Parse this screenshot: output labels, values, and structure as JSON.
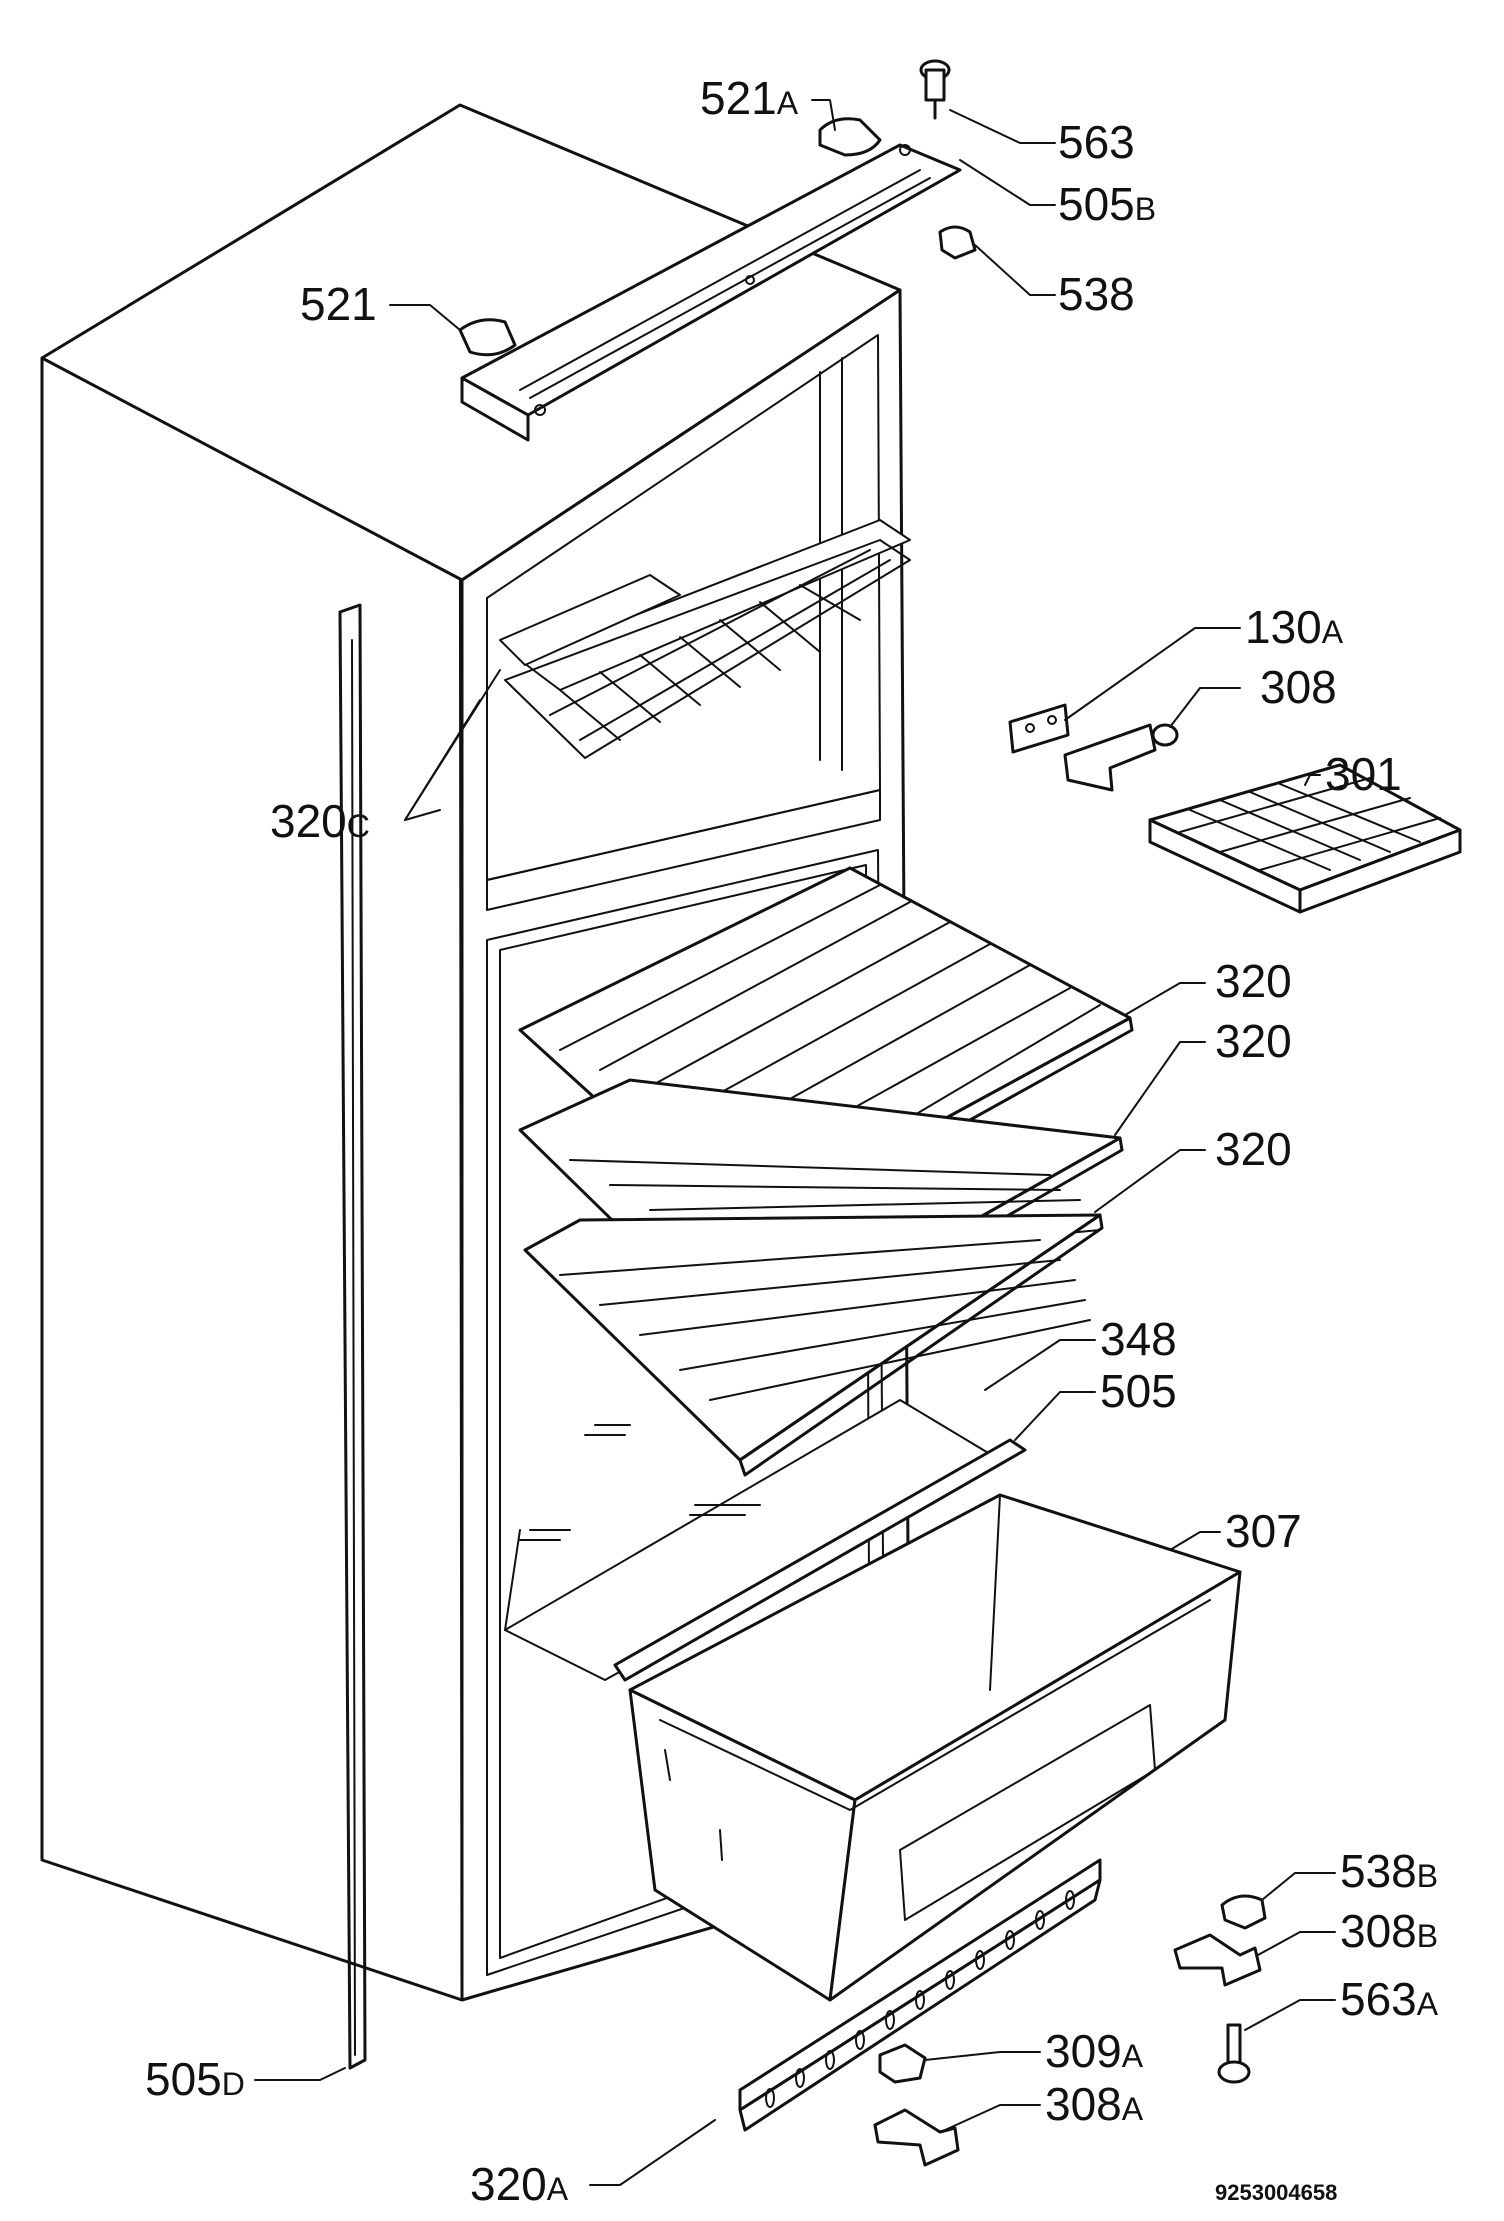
{
  "doc_number": "9253004658",
  "labels": {
    "l521a": {
      "num": "521",
      "suffix": "A"
    },
    "l563": {
      "num": "563",
      "suffix": ""
    },
    "l505b": {
      "num": "505",
      "suffix": "B"
    },
    "l538": {
      "num": "538",
      "suffix": ""
    },
    "l521": {
      "num": "521",
      "suffix": ""
    },
    "l130a": {
      "num": "130",
      "suffix": "A"
    },
    "l308": {
      "num": "308",
      "suffix": ""
    },
    "l301": {
      "num": "301",
      "suffix": ""
    },
    "l320c": {
      "num": "320",
      "suffix": "C"
    },
    "l320_1": {
      "num": "320",
      "suffix": ""
    },
    "l320_2": {
      "num": "320",
      "suffix": ""
    },
    "l320_3": {
      "num": "320",
      "suffix": ""
    },
    "l348": {
      "num": "348",
      "suffix": ""
    },
    "l505": {
      "num": "505",
      "suffix": ""
    },
    "l307": {
      "num": "307",
      "suffix": ""
    },
    "l538b": {
      "num": "538",
      "suffix": "B"
    },
    "l308b": {
      "num": "308",
      "suffix": "B"
    },
    "l563a": {
      "num": "563",
      "suffix": "A"
    },
    "l505d": {
      "num": "505",
      "suffix": "D"
    },
    "l309a": {
      "num": "309",
      "suffix": "A"
    },
    "l308a": {
      "num": "308",
      "suffix": "A"
    },
    "l320a": {
      "num": "320",
      "suffix": "A"
    }
  }
}
